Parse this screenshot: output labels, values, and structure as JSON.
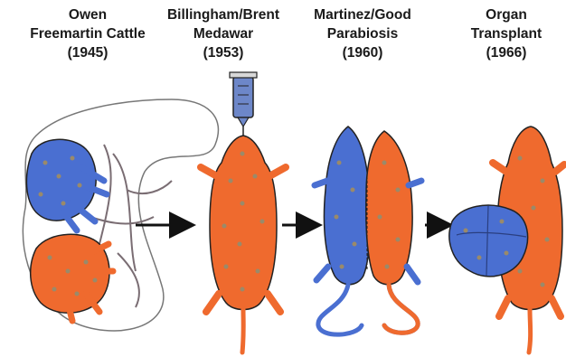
{
  "panels": [
    {
      "line1": "Owen",
      "line2": "Freemartin Cattle",
      "year": "(1945)"
    },
    {
      "line1": "Billingham/Brent",
      "line2": "Medawar",
      "year": "(1953)"
    },
    {
      "line1": "Martinez/Good",
      "line2": "Parabiosis",
      "year": "(1960)"
    },
    {
      "line1": "Organ",
      "line2": "Transplant",
      "year": "(1966)"
    }
  ],
  "colors": {
    "blue_tissue": "#4a6fd1",
    "orange_tissue": "#ef6a2e",
    "cell_dot": "#9a8a6a",
    "outline": "#222222",
    "arrow": "#111111"
  },
  "icons": [
    "syringe-icon",
    "arrow-right-icon"
  ]
}
